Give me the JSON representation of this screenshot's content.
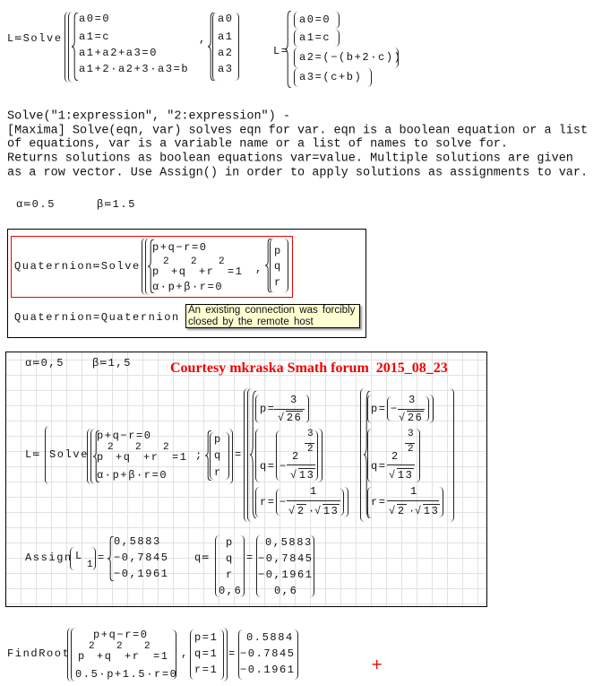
{
  "block1": {
    "assign": "L≔Solve",
    "equations": [
      "a0=0",
      "a1=c",
      "a1+a2+a3=0",
      "a1+2·a2+3·a3=b"
    ],
    "comma": ",",
    "vars": [
      "a0",
      "a1",
      "a2",
      "a3"
    ],
    "result_label": "L=",
    "results": [
      "a0=0",
      "a1=c",
      "a2=(−(b+2·c))",
      "a3=(c+b)"
    ]
  },
  "help": {
    "lines": [
      "Solve(\"1:expression\", \"2:expression\") -",
      "[Maxima] Solve(eqn, var) solves eqn for var. eqn is a boolean equation or a list",
      "of equations, var is a variable name or a list of names to solve for.",
      "Returns solutions as boolean equations var=value. Multiple solutions are given",
      "as a row vector. Use Assign() in order to apply solutions as assignments to var."
    ]
  },
  "params1": {
    "alpha": "α≔0.5",
    "beta": "β≔1.5"
  },
  "box2": {
    "assign": "Quaternion≔Solve",
    "eq1": "p+q−r=0",
    "eq2": {
      "p": "p",
      "q": "+q",
      "r": "+r",
      "exp": "2",
      "rhs": "=1"
    },
    "eq3": "α·p+β·r=0",
    "comma": ",",
    "vars": [
      "p",
      "q",
      "r"
    ],
    "display": "Quaternion=Quaternion",
    "tooltip": "An existing connection was forcibly closed by the remote host"
  },
  "box3": {
    "alpha": "α≔0,5",
    "beta": "β≔1,5",
    "courtesy": "Courtesy mkraska Smath forum  2015_08_23",
    "assign": "L≔",
    "solve": "Solve",
    "eq1": "p+q−r=0",
    "eq2": {
      "p": "p",
      "q": "+q",
      "r": "+r",
      "exp": "2",
      "rhs": "=1"
    },
    "eq3": "α·p+β·r=0",
    "sep": ";",
    "vars": [
      "p",
      "q",
      "r"
    ],
    "eq": "=",
    "col1": {
      "p": {
        "label": "p=",
        "num": "3",
        "root": "26"
      },
      "q": {
        "label": "q=",
        "sign": "−",
        "base": "2",
        "exp_num": "3",
        "exp_den": "2",
        "root": "13"
      },
      "r": {
        "label": "r=",
        "sign": "−",
        "num": "1",
        "root1": "2",
        "dot": "·",
        "root2": "13"
      }
    },
    "col2": {
      "p": {
        "label": "p=",
        "sign": "−",
        "num": "3",
        "root": "26"
      },
      "q": {
        "label": "q=",
        "base": "2",
        "exp_num": "3",
        "exp_den": "2",
        "root": "13"
      },
      "r": {
        "label": "r=",
        "num": "1",
        "root1": "2",
        "dot": "·",
        "root2": "13"
      }
    },
    "assign_fn": "Assign",
    "assign_arg": "L",
    "assign_sub": "1",
    "assign_eq": "=",
    "assign_values": [
      "0,5883",
      "−0,7845",
      "−0,1961"
    ],
    "q_assign": "q≔",
    "q_vector": [
      "p",
      "q",
      "r",
      "0,6"
    ],
    "q_eq": "=",
    "q_values": [
      "0,5883",
      "−0,7845",
      "−0,1961",
      "0,6"
    ]
  },
  "findroot": {
    "fn": "FindRoot",
    "eq1": "p+q−r=0",
    "eq2": {
      "p": "p",
      "q": "+q",
      "r": "+r",
      "exp": "2",
      "rhs": "=1"
    },
    "eq3": "0.5·p+1.5·r=0",
    "comma": ",",
    "guesses": [
      "p=1",
      "q=1",
      "r=1"
    ],
    "eq": "=",
    "values": [
      "0.5884",
      "−0.7845",
      "−0.1961"
    ]
  },
  "colors": {
    "accent_red": "#ee0000",
    "tooltip_bg": "#ffffd2",
    "grid": "#e2e2e2"
  }
}
